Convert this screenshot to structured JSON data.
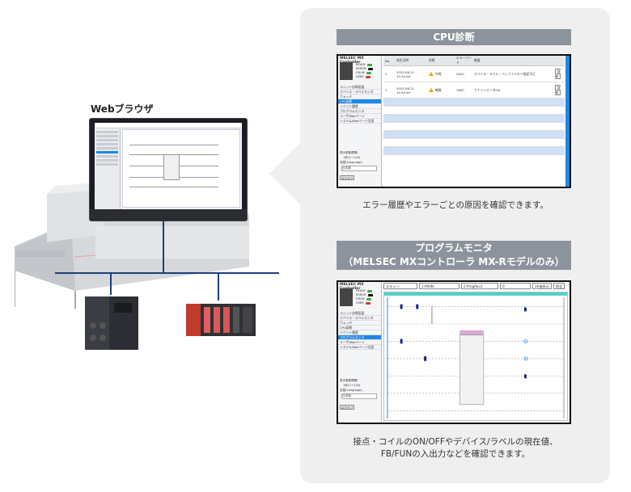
{
  "left": {
    "browser_label": "Webブラウザ"
  },
  "cpu_section": {
    "title": "CPU診断",
    "caption": "エラー履歴やエラーごとの原因を確認できます。",
    "screen": {
      "app_title": "MELSEC MX Controller",
      "leds": [
        "READY",
        "ERROR",
        "P.RUN",
        "USER"
      ],
      "menu": [
        "ユニット診断画面",
        "デバイス・ラベルモニタ",
        "ウォッチ",
        "CPU診断",
        "イベント履歴",
        "プログラムモニタ",
        "ユーザWebページ",
        "システムWebページ言語"
      ],
      "active_menu": "CPU診断",
      "columns": [
        "No.",
        "発生日時",
        "状態",
        "エラーコード",
        "概要",
        ""
      ],
      "rows": [
        {
          "no": "2",
          "date": "2025-08-21 15:34:46",
          "state": "中程",
          "code": "2820",
          "summary": "デバイス・ラベル・バッファメモリ指定不正",
          "action": "詳細"
        },
        {
          "no": "1",
          "date": "2025-08-21 14:54:45",
          "state": "軽微",
          "code": "1800",
          "summary": "アナンシエータON",
          "action": "詳細"
        }
      ],
      "display_setting": "表示更新間隔",
      "interval": "1秒(1～120)",
      "language_label": "言語(Language)",
      "language_value": "日本語",
      "logout": "ログオフ"
    }
  },
  "prog_section": {
    "title_line1": "プログラムモニタ",
    "title_line2": "（MELSEC MXコントローラ MX-Rモデルのみ）",
    "caption_line1": "接点・コイルのON/OFFやデバイス/ラベルの現在値、",
    "caption_line2": "FB/FUNの入出力などを確認できます。",
    "screen": {
      "app_title": "MELSEC MX Controller",
      "leds": [
        "READY",
        "ERROR",
        "P.RUN",
        "USER"
      ],
      "menu": [
        "ユニット診断画面",
        "デバイス・ラベルモニタ",
        "ウォッチ",
        "CPU診断",
        "イベント履歴",
        "プログラムモニタ",
        "ユーザWebページ",
        "システムWebページ言語"
      ],
      "active_menu": "プログラムモニタ",
      "toolbar": [
        "スキャン",
        "1:MAIN",
        "2:ProgPou1",
        "0",
        "16進表示",
        "照会"
      ],
      "display_setting": "表示更新間隔",
      "interval": "1秒(1～120)",
      "language_label": "言語(Language)",
      "language_value": "日本語",
      "logout": "ログオフ"
    }
  },
  "colors": {
    "panel_bg": "#efeff0",
    "title_bg": "#8d939c",
    "network": "#1c3f7a",
    "accent": "#1e88e5"
  }
}
